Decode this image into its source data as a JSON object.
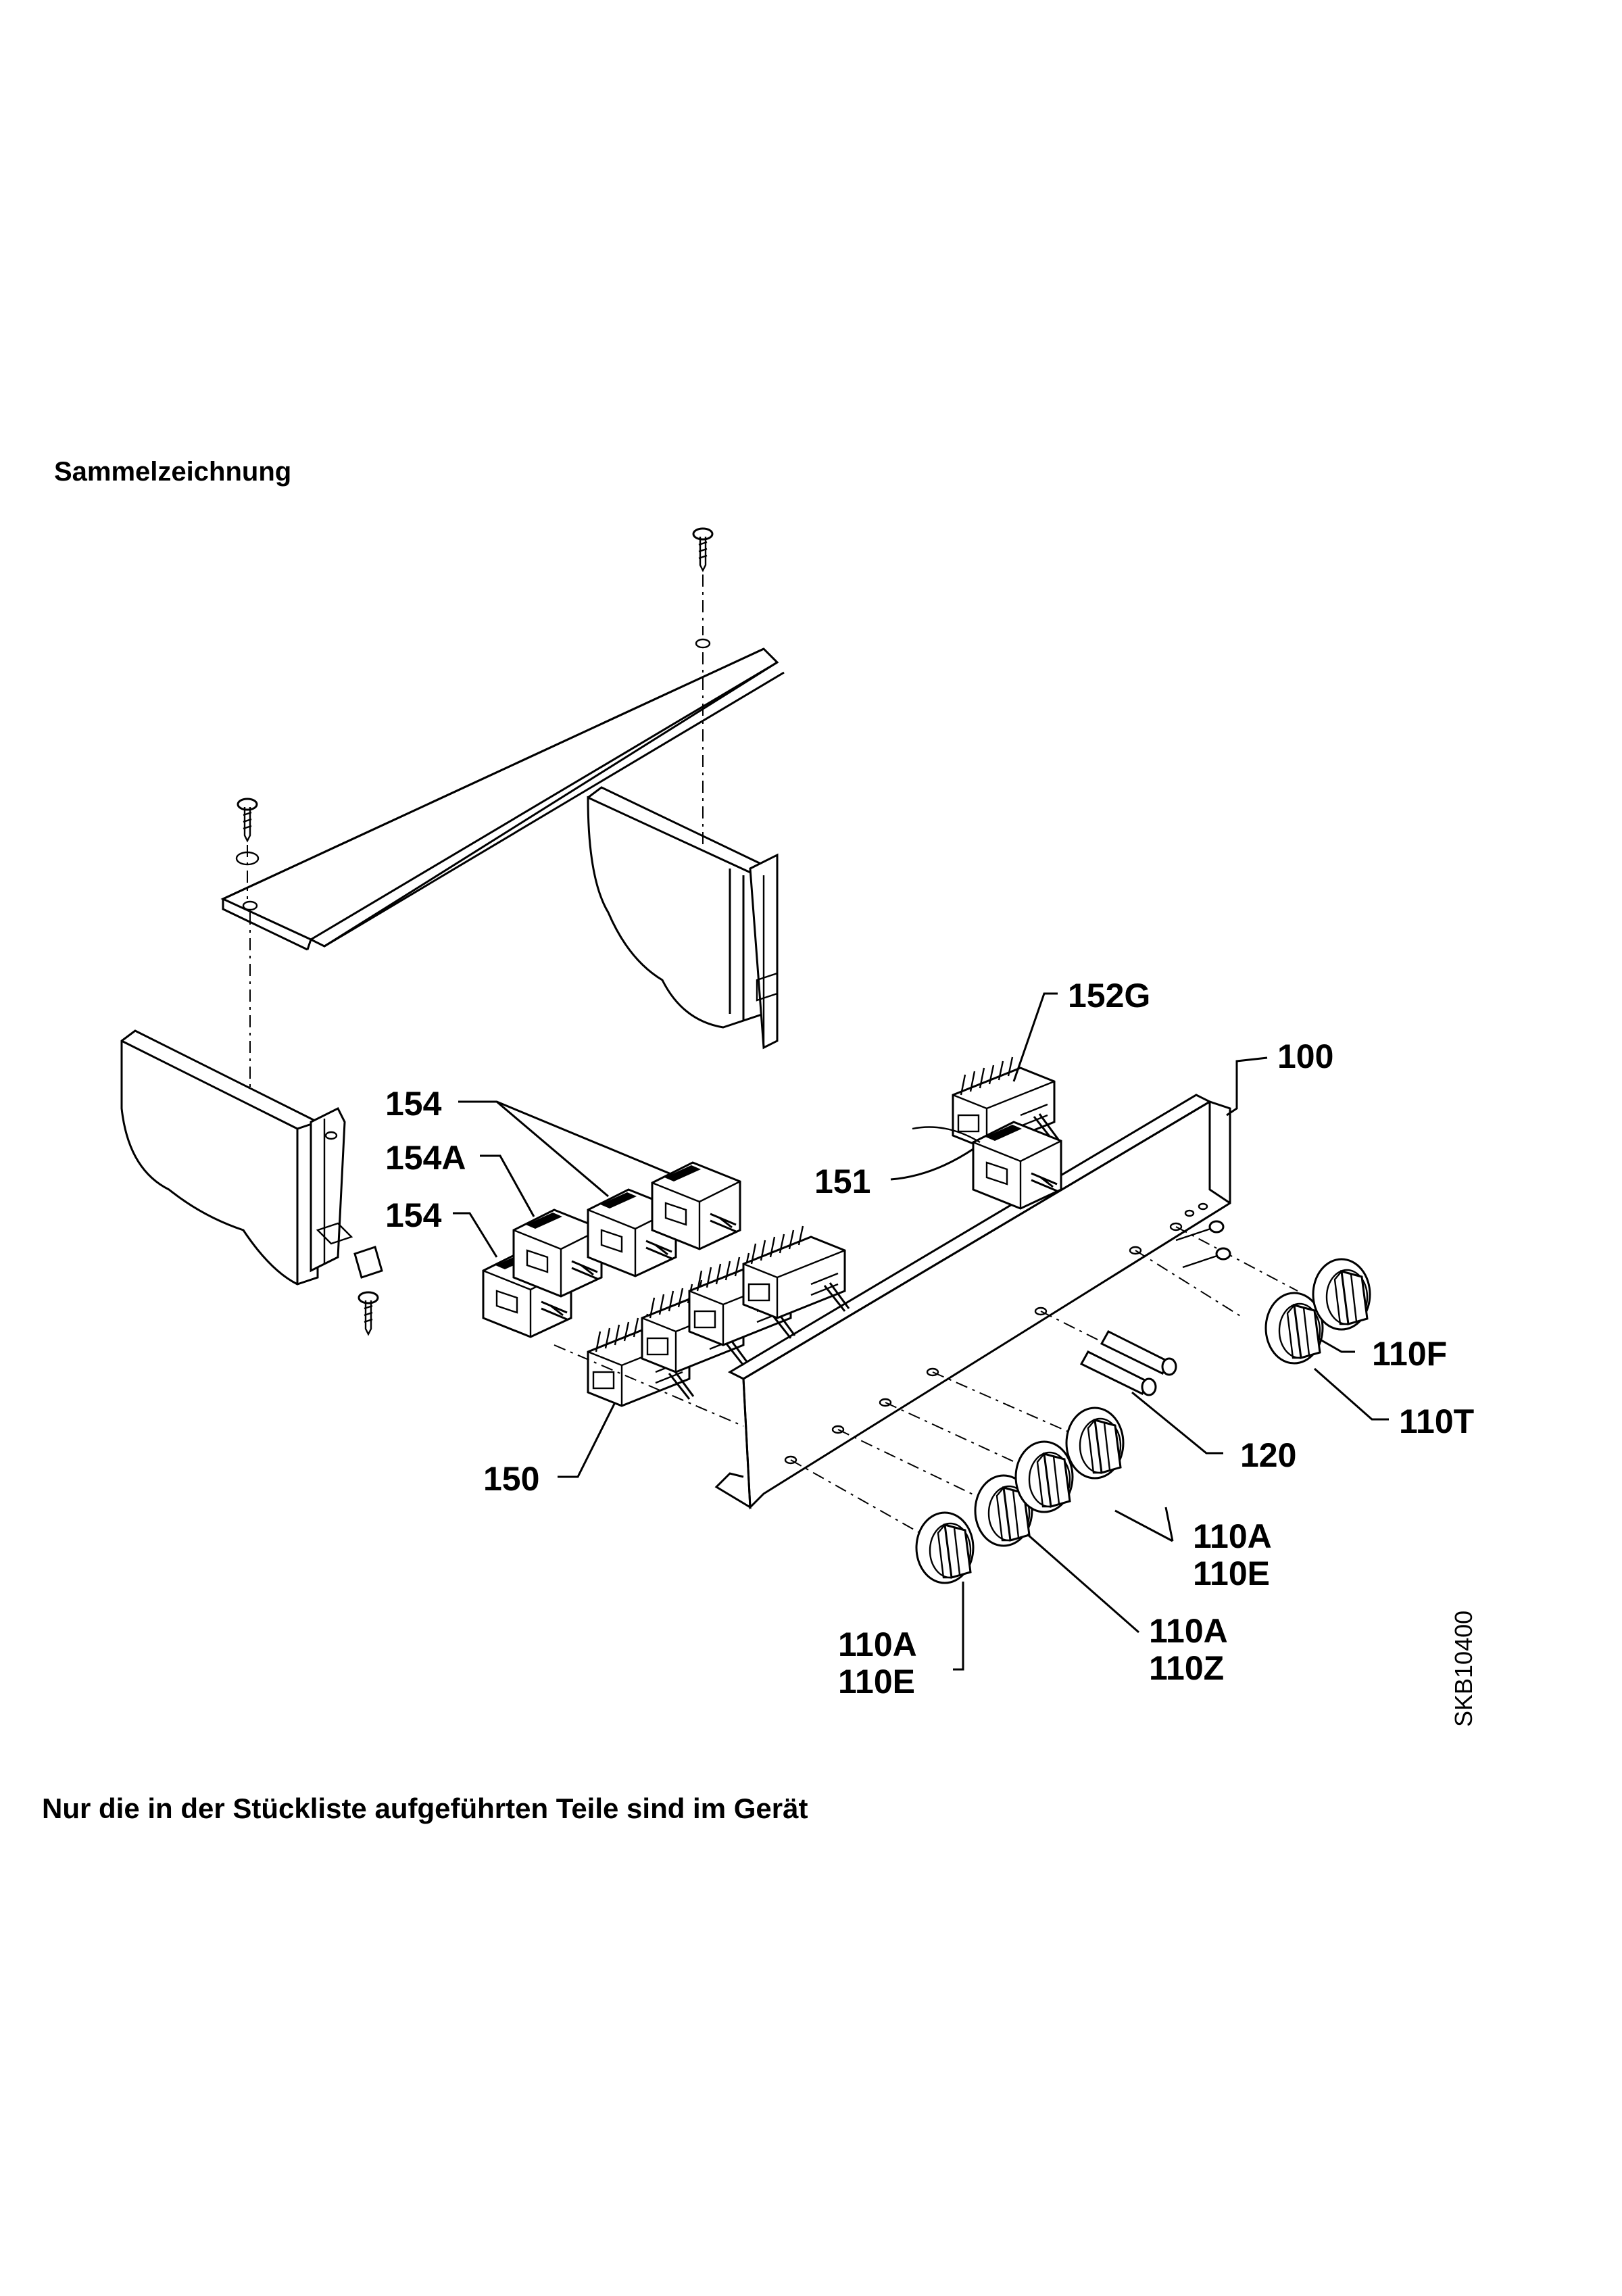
{
  "title": "Sammelzeichnung",
  "footer": "Nur die in der Stückliste aufgeführten Teile sind im Gerät",
  "drawing_code": "SKB10400",
  "labels": {
    "l100": "100",
    "l110A_r1": "110A",
    "l110E_r1": "110E",
    "l110A_r2": "110A",
    "l110Z_r2": "110Z",
    "l110A_r3": "110A",
    "l110E_r3": "110E",
    "l110F": "110F",
    "l110T": "110T",
    "l120": "120",
    "l150": "150",
    "l151": "151",
    "l152G": "152G",
    "l154_top": "154",
    "l154A": "154A",
    "l154_bottom": "154"
  }
}
